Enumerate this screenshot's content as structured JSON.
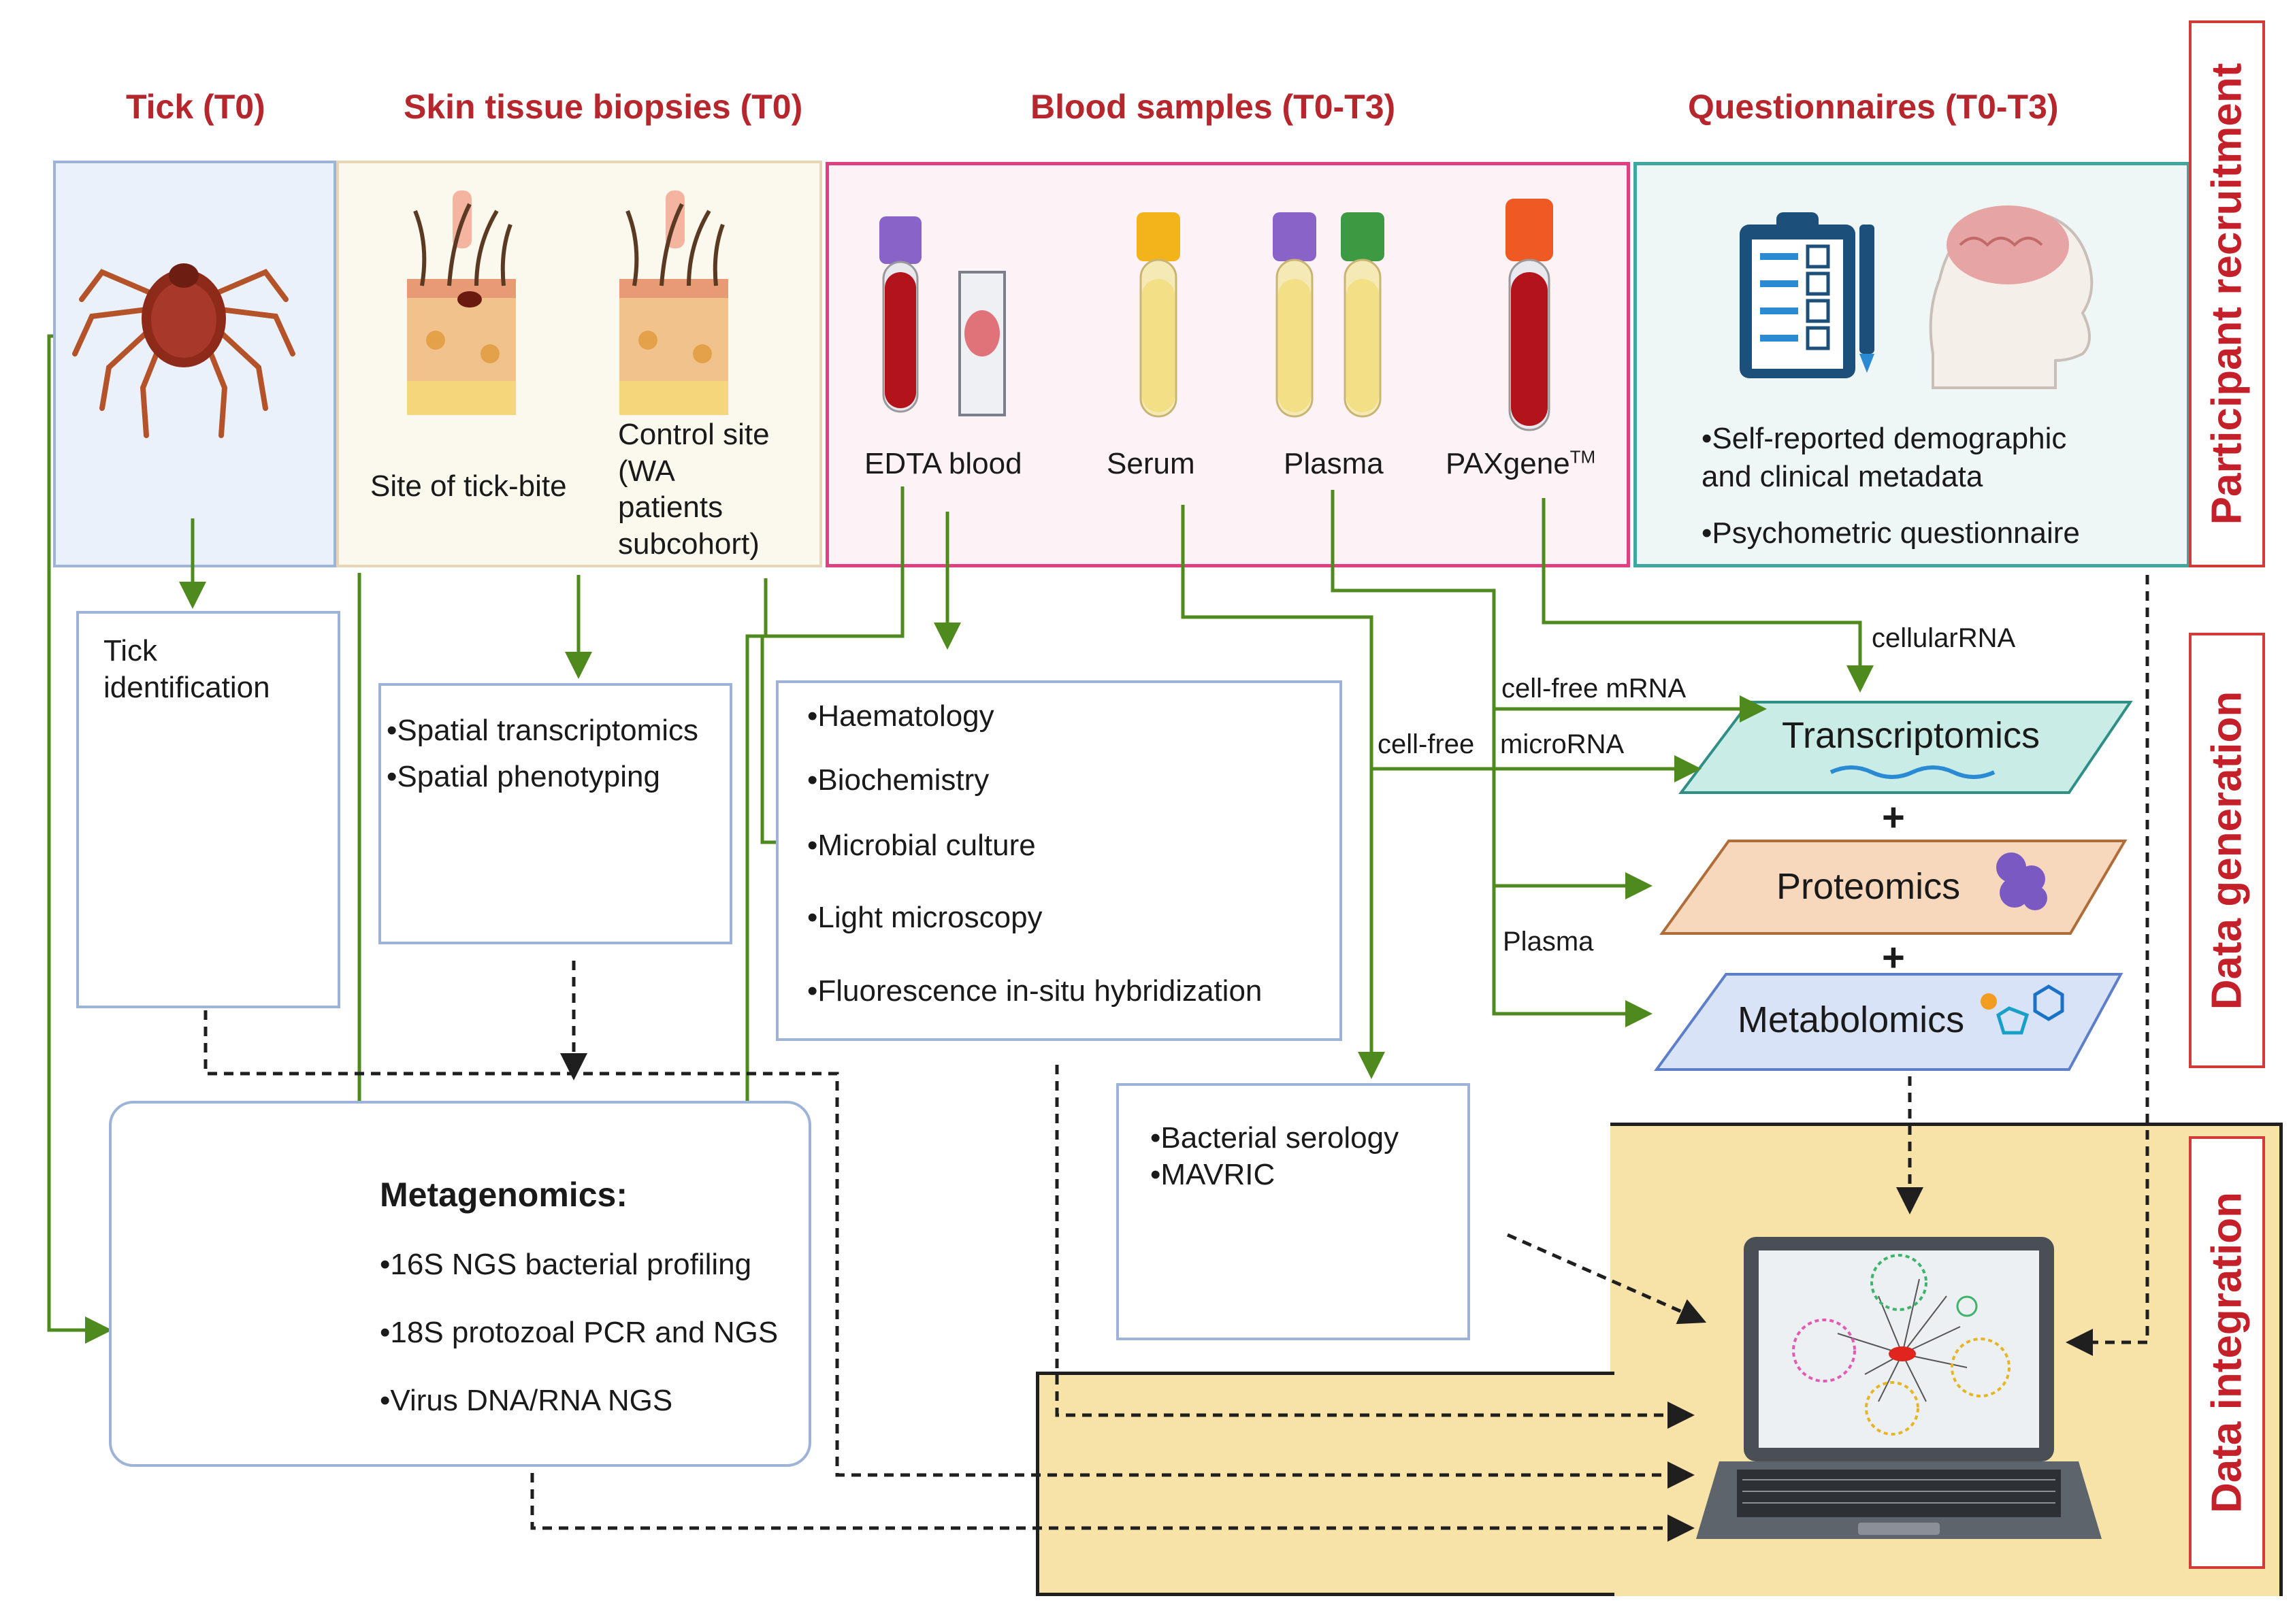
{
  "headers": {
    "tick": "Tick (T0)",
    "skin": "Skin tissue biopsies (T0)",
    "blood": "Blood samples (T0-T3)",
    "questionnaires": "Questionnaires  (T0-T3)"
  },
  "side_labels": {
    "recruitment": "Participant recruitment",
    "generation": "Data generation",
    "integration": "Data integration"
  },
  "skin": {
    "site_bite": "Site of tick-bite",
    "control_lines": [
      "Control site",
      "(WA",
      "patients",
      "subcohort)"
    ]
  },
  "blood": {
    "edta": "EDTA blood",
    "serum": "Serum",
    "plasma": "Plasma",
    "paxgene": "PAXgene",
    "paxgene_tm": "TM"
  },
  "questionnaires": {
    "items": [
      "•Self-reported demographic",
      "and clinical metadata",
      "•Psychometric questionnaire"
    ]
  },
  "tick_id": {
    "lines": [
      "Tick",
      "identification"
    ]
  },
  "spatial": {
    "items": [
      "•Spatial transcriptomics",
      "•Spatial phenotyping"
    ]
  },
  "lab": {
    "items": [
      "•Haematology",
      "•Biochemistry",
      "•Microbial culture",
      "•Light microscopy",
      "•Fluorescence in-situ hybridization"
    ]
  },
  "metagenomics": {
    "title": "Metagenomics:",
    "items": [
      "•16S NGS bacterial profiling",
      "•18S protozoal PCR and NGS",
      "•Virus DNA/RNA NGS"
    ]
  },
  "serology": {
    "items": [
      "•Bacterial serology",
      "•MAVRIC"
    ]
  },
  "omics": {
    "transcriptomics": "Transcriptomics",
    "proteomics": "Proteomics",
    "metabolomics": "Metabolomics",
    "plus": "+"
  },
  "flow_labels": {
    "cellular_rna": "cellularRNA",
    "cell_free_mrna": "cell-free mRNA",
    "cell_free": "cell-free",
    "microrna": "microRNA",
    "plasma": "Plasma"
  },
  "colors": {
    "title_red": "#b5262d",
    "side_red": "#c4202a",
    "arrow_green": "#4f8a1f",
    "tick_panel": "#eaf1fb",
    "skin_panel": "#fbf8ee",
    "blood_border": "#e0407f",
    "quest_border": "#3fa6a0",
    "integration_bg": "#f7e2a8"
  }
}
